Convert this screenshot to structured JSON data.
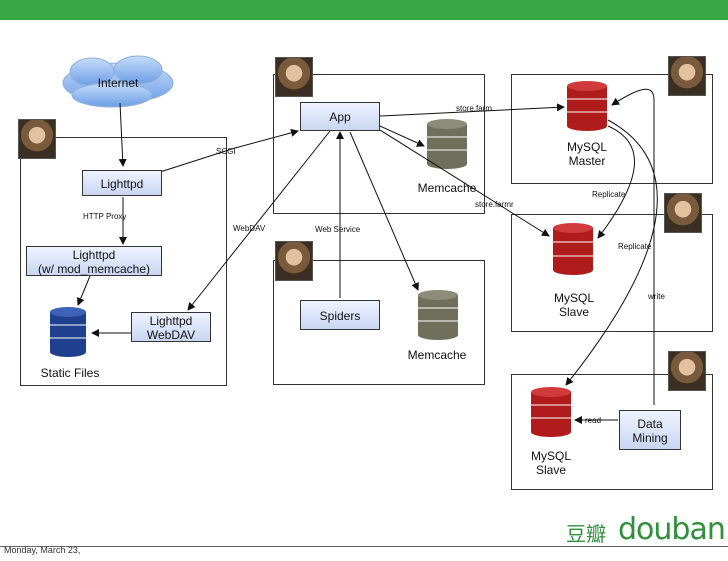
{
  "footer": {
    "date": "Monday, March 23,"
  },
  "logo": {
    "chinese": "豆瓣",
    "latin": "douban"
  },
  "nodes": {
    "internet": "Internet",
    "lighttpd": "Lighttpd",
    "lighttpd_memcache_line1": "Lighttpd",
    "lighttpd_memcache_line2": "(w/ mod_memcache)",
    "static_files": "Static Files",
    "lighttpd_webdav_line1": "Lighttpd",
    "lighttpd_webdav_line2": "WebDAV",
    "app": "App",
    "memcache_top": "Memcache",
    "spiders": "Spiders",
    "memcache_bottom": "Memcache",
    "mysql_master_line1": "MySQL",
    "mysql_master_line2": "Master",
    "mysql_slave1_line1": "MySQL",
    "mysql_slave1_line2": "Slave",
    "mysql_slave2_line1": "MySQL",
    "mysql_slave2_line2": "Slave",
    "data_mining_line1": "Data",
    "data_mining_line2": "Mining"
  },
  "edges": {
    "http_proxy": "HTTP Proxy",
    "scgi": "SCGI",
    "webdav": "WebDAV",
    "web_service": "Web Service",
    "store_farm": "store.farm",
    "store_farmr": "store.farmr",
    "replicate_1": "Replicate",
    "replicate_2": "Replicate",
    "write": "write",
    "read": "read"
  },
  "colors": {
    "banner": "#3aa544",
    "db_blue": "#1f3f8f",
    "db_red": "#b01c1c",
    "db_gray": "#6f6f5c",
    "cloud": "#8fb7ee",
    "logo": "#2f8f3a"
  },
  "icons": [
    "avatar-icon",
    "database-icon",
    "cloud-icon"
  ]
}
